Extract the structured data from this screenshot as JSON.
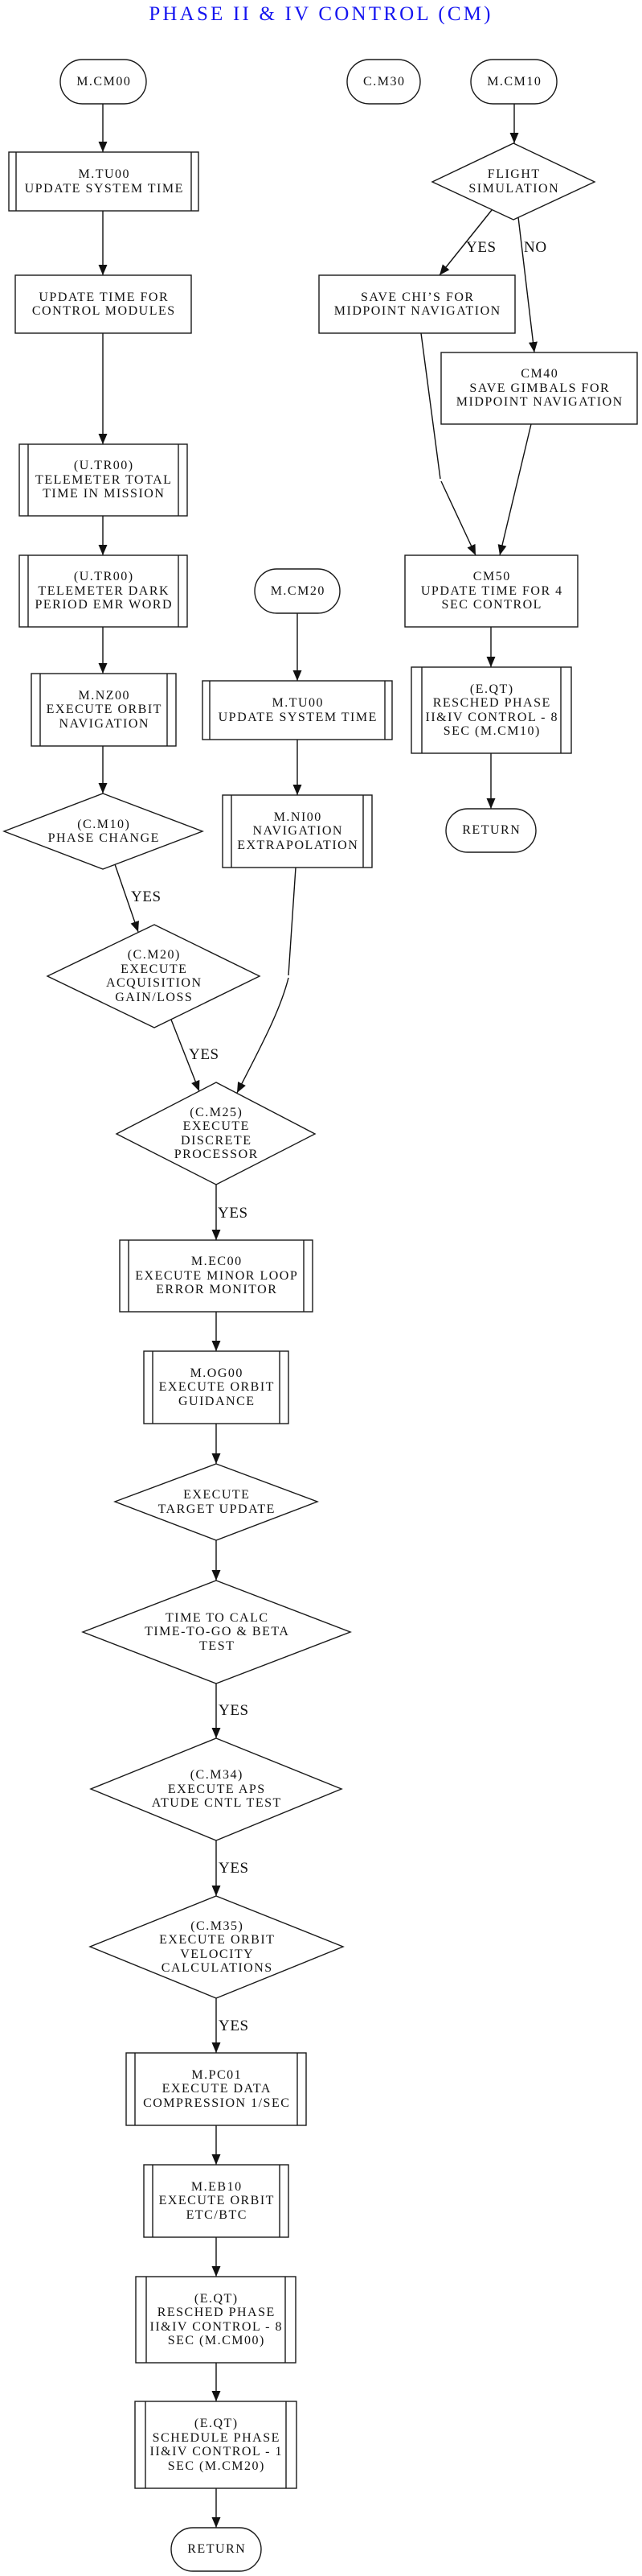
{
  "title": "PHASE II & IV CONTROL (CM)",
  "colors": {
    "title": "#1515F0",
    "lines": "#111111",
    "background": "#FFFFFF"
  },
  "nodes": {
    "m_cm00": {
      "shape": "terminal",
      "lines": [
        "M.CM00"
      ]
    },
    "m_tu00_a": {
      "shape": "predefined-process",
      "lines": [
        "M.TU00",
        "UPDATE SYSTEM TIME"
      ]
    },
    "update_time_cm": {
      "shape": "process",
      "lines": [
        "UPDATE TIME FOR",
        "CONTROL MODULES"
      ]
    },
    "u_tr00_total": {
      "shape": "predefined-process",
      "lines": [
        "(U.TR00)",
        "TELEMETER TOTAL",
        "TIME IN MISSION"
      ]
    },
    "u_tr00_dark": {
      "shape": "predefined-process",
      "lines": [
        "(U.TR00)",
        "TELEMETER DARK",
        "PERIOD EMR WORD"
      ]
    },
    "m_nz00": {
      "shape": "predefined-process",
      "lines": [
        "M.NZ00",
        "EXECUTE ORBIT",
        "NAVIGATION"
      ]
    },
    "c_m10": {
      "shape": "decision",
      "lines": [
        "(C.M10)",
        "PHASE CHANGE"
      ]
    },
    "c_m20": {
      "shape": "decision",
      "lines": [
        "(C.M20)",
        "EXECUTE",
        "ACQUISITION",
        "GAIN/LOSS"
      ]
    },
    "m_cm20": {
      "shape": "terminal",
      "lines": [
        "M.CM20"
      ]
    },
    "m_tu00_b": {
      "shape": "predefined-process",
      "lines": [
        "M.TU00",
        "UPDATE SYSTEM TIME"
      ]
    },
    "m_ni00": {
      "shape": "predefined-process",
      "lines": [
        "M.NI00",
        "NAVIGATION",
        "EXTRAPOLATION"
      ]
    },
    "c_m25": {
      "shape": "decision",
      "lines": [
        "(C.M25)",
        "EXECUTE",
        "DISCRETE",
        "PROCESSOR"
      ]
    },
    "m_ec00": {
      "shape": "predefined-process",
      "lines": [
        "M.EC00",
        "EXECUTE MINOR LOOP",
        "ERROR MONITOR"
      ]
    },
    "m_og00": {
      "shape": "predefined-process",
      "lines": [
        "M.OG00",
        "EXECUTE ORBIT",
        "GUIDANCE"
      ]
    },
    "target_update": {
      "shape": "decision",
      "lines": [
        "EXECUTE",
        "TARGET UPDATE"
      ]
    },
    "time_to_calc": {
      "shape": "decision",
      "lines": [
        "TIME TO CALC",
        "TIME-TO-GO & BETA",
        "TEST"
      ]
    },
    "c_m34": {
      "shape": "decision",
      "lines": [
        "(C.M34)",
        "EXECUTE APS",
        "ATUDE CNTL TEST"
      ]
    },
    "c_m35": {
      "shape": "decision",
      "lines": [
        "(C.M35)",
        "EXECUTE ORBIT",
        "VELOCITY",
        "CALCULATIONS"
      ]
    },
    "m_pc01": {
      "shape": "predefined-process",
      "lines": [
        "M.PC01",
        "EXECUTE DATA",
        "COMPRESSION 1/SEC"
      ]
    },
    "m_eb10": {
      "shape": "predefined-process",
      "lines": [
        "M.EB10",
        "EXECUTE ORBIT",
        "ETC/BTC"
      ]
    },
    "e_qt_resched_cm00": {
      "shape": "predefined-process",
      "lines": [
        "(E.QT)",
        "RESCHED PHASE",
        "II&IV CONTROL - 8",
        "SEC (M.CM00)"
      ]
    },
    "e_qt_schedule_cm20": {
      "shape": "predefined-process",
      "lines": [
        "(E.QT)",
        "SCHEDULE PHASE",
        "II&IV CONTROL - 1",
        "SEC (M.CM20)"
      ]
    },
    "return_a": {
      "shape": "terminal",
      "lines": [
        "RETURN"
      ]
    },
    "c_m30": {
      "shape": "terminal",
      "lines": [
        "C.M30"
      ]
    },
    "m_cm10": {
      "shape": "terminal",
      "lines": [
        "M.CM10"
      ]
    },
    "flight_simulation": {
      "shape": "decision",
      "lines": [
        "FLIGHT",
        "SIMULATION"
      ]
    },
    "save_chis": {
      "shape": "process",
      "lines": [
        "SAVE CHI’S FOR",
        "MIDPOINT NAVIGATION"
      ]
    },
    "cm40": {
      "shape": "process",
      "lines": [
        "CM40",
        "SAVE GIMBALS FOR",
        "MIDPOINT NAVIGATION"
      ]
    },
    "cm50": {
      "shape": "process",
      "lines": [
        "CM50",
        "UPDATE TIME FOR 4",
        "SEC CONTROL"
      ]
    },
    "e_qt_resched_cm10": {
      "shape": "predefined-process",
      "lines": [
        "(E.QT)",
        "RESCHED PHASE",
        "II&IV CONTROL - 8",
        "SEC (M.CM10)"
      ]
    },
    "return_b": {
      "shape": "terminal",
      "lines": [
        "RETURN"
      ]
    }
  },
  "edges": [
    {
      "from": "m_cm00",
      "to": "m_tu00_a"
    },
    {
      "from": "m_tu00_a",
      "to": "update_time_cm"
    },
    {
      "from": "update_time_cm",
      "to": "u_tr00_total"
    },
    {
      "from": "u_tr00_total",
      "to": "u_tr00_dark"
    },
    {
      "from": "u_tr00_dark",
      "to": "m_nz00"
    },
    {
      "from": "m_nz00",
      "to": "c_m10"
    },
    {
      "from": "c_m10",
      "to": "c_m20",
      "label": "YES"
    },
    {
      "from": "c_m20",
      "to": "c_m25",
      "label": "YES"
    },
    {
      "from": "m_cm20",
      "to": "m_tu00_b"
    },
    {
      "from": "m_tu00_b",
      "to": "m_ni00"
    },
    {
      "from": "m_ni00",
      "to": "c_m25"
    },
    {
      "from": "c_m25",
      "to": "m_ec00",
      "label": "YES"
    },
    {
      "from": "m_ec00",
      "to": "m_og00"
    },
    {
      "from": "m_og00",
      "to": "target_update"
    },
    {
      "from": "target_update",
      "to": "time_to_calc"
    },
    {
      "from": "time_to_calc",
      "to": "c_m34",
      "label": "YES"
    },
    {
      "from": "c_m34",
      "to": "c_m35",
      "label": "YES"
    },
    {
      "from": "c_m35",
      "to": "m_pc01",
      "label": "YES"
    },
    {
      "from": "m_pc01",
      "to": "m_eb10"
    },
    {
      "from": "m_eb10",
      "to": "e_qt_resched_cm00"
    },
    {
      "from": "e_qt_resched_cm00",
      "to": "e_qt_schedule_cm20"
    },
    {
      "from": "e_qt_schedule_cm20",
      "to": "return_a"
    },
    {
      "from": "m_cm10",
      "to": "flight_simulation"
    },
    {
      "from": "flight_simulation",
      "to": "save_chis",
      "label": "YES"
    },
    {
      "from": "flight_simulation",
      "to": "cm40",
      "label": "NO"
    },
    {
      "from": "save_chis",
      "to": "cm50"
    },
    {
      "from": "cm40",
      "to": "cm50"
    },
    {
      "from": "cm50",
      "to": "e_qt_resched_cm10"
    },
    {
      "from": "e_qt_resched_cm10",
      "to": "return_b"
    }
  ]
}
